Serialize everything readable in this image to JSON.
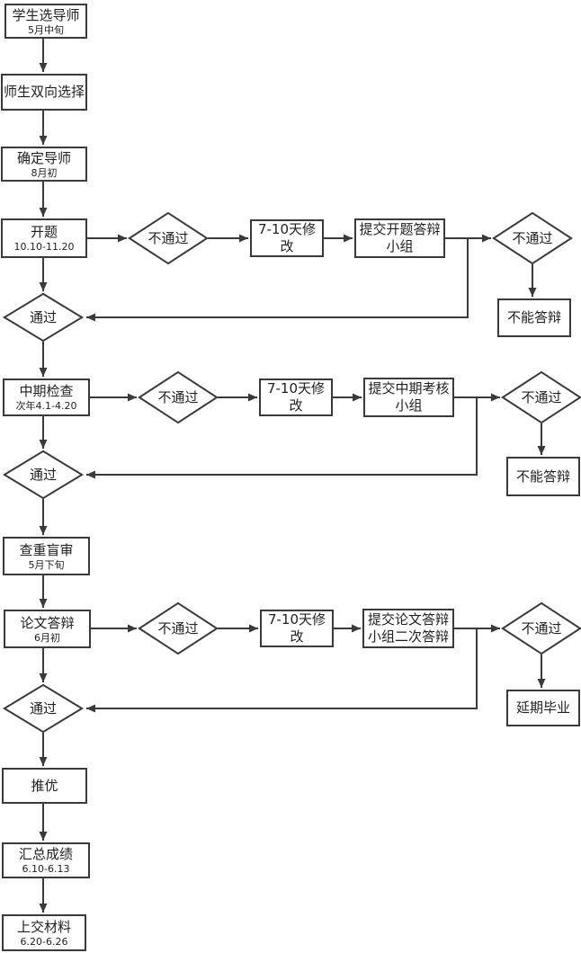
{
  "colors": {
    "stroke": "#3a3a3a",
    "text": "#212121",
    "node_fill": "#ffffff",
    "background": "#ffffff"
  },
  "flowchart": {
    "nodes": {
      "student_select_advisor": {
        "type": "process",
        "label": "学生选导师",
        "sublabel": "5月中旬"
      },
      "mutual_selection": {
        "type": "process",
        "label": "师生双向选择"
      },
      "confirm_advisor": {
        "type": "process",
        "label": "确定导师",
        "sublabel": "8月初"
      },
      "proposal": {
        "type": "process",
        "label": "开题",
        "sublabel": "10.10-11.20"
      },
      "proposal_check": {
        "type": "decision",
        "label": "不通过"
      },
      "proposal_revise": {
        "type": "process",
        "label": "7-10天修改"
      },
      "proposal_group": {
        "type": "process",
        "label": "提交开题答辩小组"
      },
      "proposal_group_check": {
        "type": "decision",
        "label": "不通过"
      },
      "proposal_no_defense": {
        "type": "process",
        "label": "不能答辩"
      },
      "proposal_pass": {
        "type": "decision",
        "label": "通过"
      },
      "midterm": {
        "type": "process",
        "label": "中期检查",
        "sublabel": "次年4.1-4.20"
      },
      "midterm_check": {
        "type": "decision",
        "label": "不通过"
      },
      "midterm_revise": {
        "type": "process",
        "label": "7-10天修改"
      },
      "midterm_group": {
        "type": "process",
        "label": "提交中期考核小组"
      },
      "midterm_group_check": {
        "type": "decision",
        "label": "不通过"
      },
      "midterm_no_defense": {
        "type": "process",
        "label": "不能答辩"
      },
      "midterm_pass": {
        "type": "decision",
        "label": "通过"
      },
      "blind_review": {
        "type": "process",
        "label": "查重盲审",
        "sublabel": "5月下旬"
      },
      "defense": {
        "type": "process",
        "label": "论文答辩",
        "sublabel": "6月初"
      },
      "defense_check": {
        "type": "decision",
        "label": "不通过"
      },
      "defense_revise": {
        "type": "process",
        "label": "7-10天修改"
      },
      "defense_group": {
        "type": "process",
        "label": "提交论文答辩小组二次答辩"
      },
      "defense_group_check": {
        "type": "decision",
        "label": "不通过"
      },
      "delay_graduation": {
        "type": "process",
        "label": "延期毕业"
      },
      "defense_pass": {
        "type": "decision",
        "label": "通过"
      },
      "recommend": {
        "type": "process",
        "label": "推优"
      },
      "grades": {
        "type": "process",
        "label": "汇总成绩",
        "sublabel": "6.10-6.13"
      },
      "materials": {
        "type": "process",
        "label": "上交材料",
        "sublabel": "6.20-6.26"
      }
    },
    "edges": [
      {
        "from": "student_select_advisor",
        "to": "mutual_selection"
      },
      {
        "from": "mutual_selection",
        "to": "confirm_advisor"
      },
      {
        "from": "confirm_advisor",
        "to": "proposal"
      },
      {
        "from": "proposal",
        "to": "proposal_check"
      },
      {
        "from": "proposal_check",
        "to": "proposal_revise"
      },
      {
        "from": "proposal_revise",
        "to": "proposal_group"
      },
      {
        "from": "proposal_group",
        "to": "proposal_group_check"
      },
      {
        "from": "proposal_group_check",
        "to": "proposal_no_defense"
      },
      {
        "from": "proposal",
        "to": "proposal_pass"
      },
      {
        "from": "proposal_group",
        "to": "proposal_pass"
      },
      {
        "from": "proposal_pass",
        "to": "midterm"
      },
      {
        "from": "midterm",
        "to": "midterm_check"
      },
      {
        "from": "midterm_check",
        "to": "midterm_revise"
      },
      {
        "from": "midterm_revise",
        "to": "midterm_group"
      },
      {
        "from": "midterm_group",
        "to": "midterm_group_check"
      },
      {
        "from": "midterm_group_check",
        "to": "midterm_no_defense"
      },
      {
        "from": "midterm",
        "to": "midterm_pass"
      },
      {
        "from": "midterm_group",
        "to": "midterm_pass"
      },
      {
        "from": "midterm_pass",
        "to": "blind_review"
      },
      {
        "from": "blind_review",
        "to": "defense"
      },
      {
        "from": "defense",
        "to": "defense_check"
      },
      {
        "from": "defense_check",
        "to": "defense_revise"
      },
      {
        "from": "defense_revise",
        "to": "defense_group"
      },
      {
        "from": "defense_group",
        "to": "defense_group_check"
      },
      {
        "from": "defense_group_check",
        "to": "delay_graduation"
      },
      {
        "from": "defense",
        "to": "defense_pass"
      },
      {
        "from": "defense_group",
        "to": "defense_pass"
      },
      {
        "from": "defense_pass",
        "to": "recommend"
      },
      {
        "from": "recommend",
        "to": "grades"
      },
      {
        "from": "grades",
        "to": "materials"
      }
    ]
  }
}
